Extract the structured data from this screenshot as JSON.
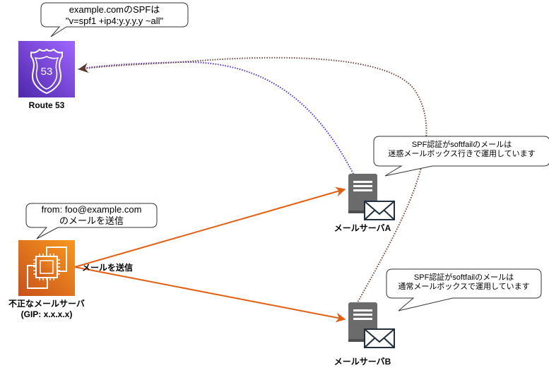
{
  "callouts": {
    "route53": {
      "line1": "example.comのSPFは",
      "line2": "\"v=spf1 +ip4:y.y.y.y ~all\""
    },
    "sender": {
      "line1": "from: foo@example.com",
      "line2": "のメールを送信"
    },
    "server_a": {
      "line1": "SPF認証がsoftfailのメールは",
      "line2": "迷惑メールボックス行きで運用しています"
    },
    "server_b": {
      "line1": "SPF認証がsoftfailのメールは",
      "line2": "通常メールボックスで運用しています"
    }
  },
  "nodes": {
    "route53": {
      "label": "Route 53",
      "badge": "53",
      "color_top": "#a166ff",
      "color_bottom": "#4d27aa"
    },
    "rogue_server": {
      "label_line1": "不正なメールサーバ",
      "label_line2": "(GIP: x.x.x.x)",
      "color_top": "#f90",
      "color_bottom": "#c8511b"
    },
    "server_a": {
      "label": "メールサーバA"
    },
    "server_b": {
      "label": "メールサーバB"
    }
  },
  "edges": {
    "send_label": "メールを送信",
    "send_color": "#e25f14",
    "lookup_a_color": "#5a2fd0",
    "lookup_b_color": "#6e4a40"
  }
}
